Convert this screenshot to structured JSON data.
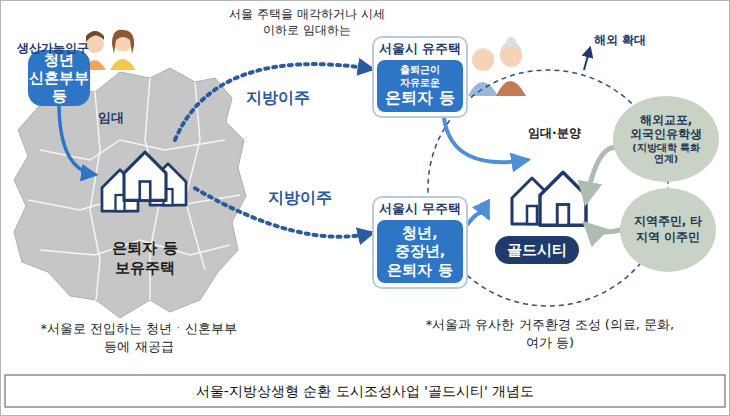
{
  "diagram": {
    "caption": "서울-지방상생형 순환 도시조성사업 '골드시티' 개념도",
    "nodes": [
      {
        "text": [
          "청년 신혼부부 등"
        ]
      },
      {
        "text": [
          "은퇴자 등 보유주택"
        ]
      },
      {
        "text": [
          "서울시 유주택",
          "출퇴근이 자유로운",
          "은퇴자 등"
        ]
      },
      {
        "text": [
          "해외교포, 외국인유학생",
          "(지방대학 특화 연계)"
        ]
      },
      {
        "text": [
          "골드시티"
        ]
      },
      {
        "text": [
          "서울시 무주택",
          "청년, 중장년, 은퇴자 등"
        ]
      },
      {
        "text": [
          "지역주민, 타 지역 이주민"
        ]
      }
    ],
    "edges": [
      {
        "from": 0,
        "to": 1,
        "label": "임대",
        "arrow": "to"
      },
      {
        "from": 1,
        "to": 2,
        "label": "지방이주",
        "arrow": "to"
      },
      {
        "from": 1,
        "to": 5,
        "label": "지방이주",
        "arrow": "to"
      },
      {
        "from": 2,
        "to": 4,
        "label": "임대·분양",
        "arrow": "to"
      },
      {
        "from": 5,
        "to": 4,
        "arrow": "to"
      },
      {
        "from": 3,
        "to": 4,
        "arrow": "to"
      },
      {
        "from": 6,
        "to": 4,
        "arrow": "to"
      }
    ],
    "labels": [
      "생산가능인구",
      "서울 주택을 매각하거나 시세 이하로 임대하는",
      "해외 확대",
      "*서울로 전입하는 청년ㆍ신혼부부 등에 재공급",
      "*서울과 유사한 거주환경 조성 (의료, 문화, 여가 등)"
    ]
  }
}
